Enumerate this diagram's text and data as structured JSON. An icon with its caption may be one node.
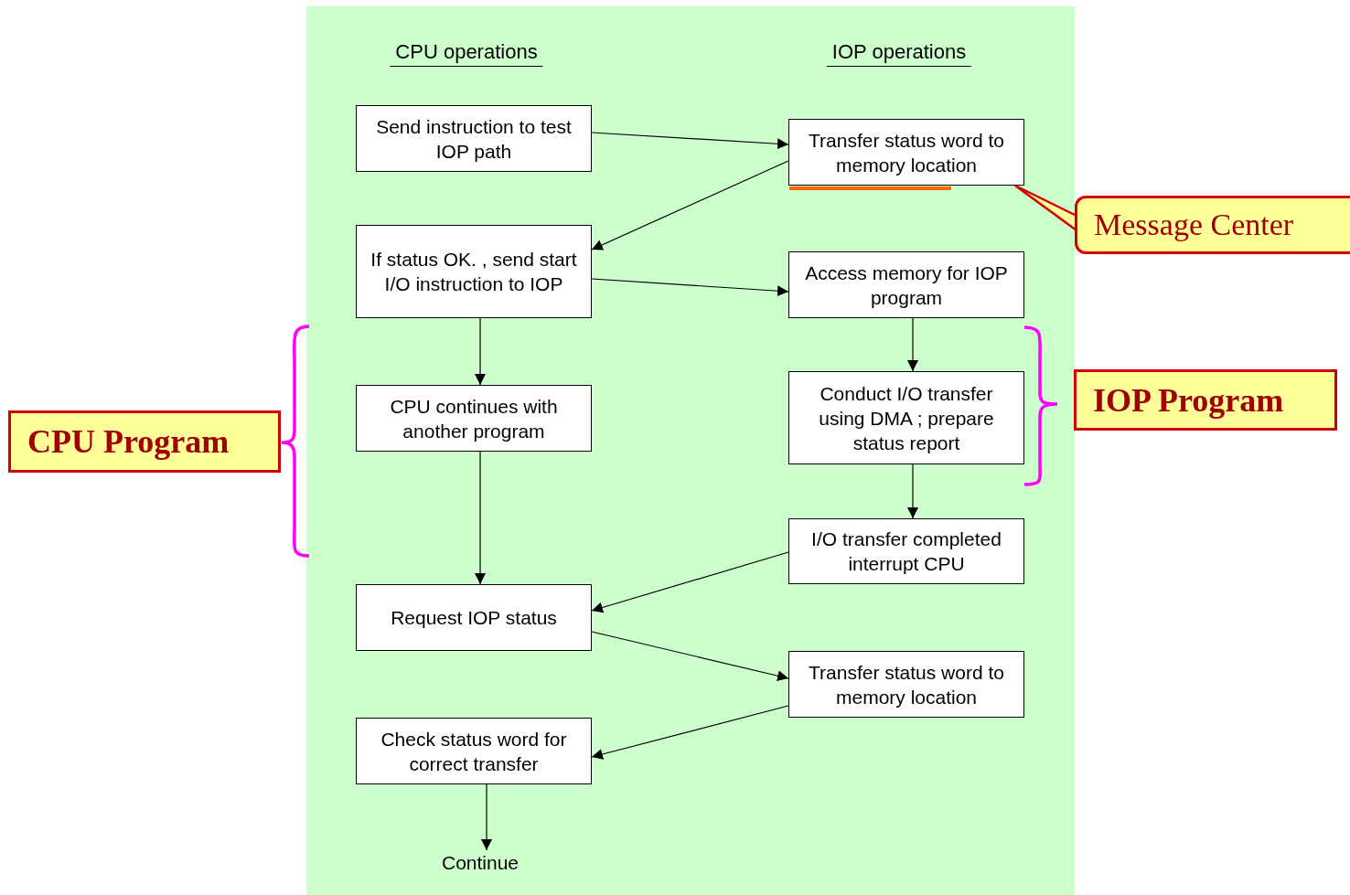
{
  "diagram": {
    "nodes": [
      {
        "text": [
          "Send instruction to test IOP path"
        ]
      },
      {
        "text": [
          "Transfer status word to memory location"
        ]
      },
      {
        "text": [
          "If status OK. , send start I/O instruction to IOP"
        ]
      },
      {
        "text": [
          "Access memory for IOP program"
        ]
      },
      {
        "text": [
          "CPU continues with another program"
        ]
      },
      {
        "text": [
          "Conduct I/O transfer using DMA ; prepare status report"
        ]
      },
      {
        "text": [
          "I/O transfer completed interrupt CPU"
        ]
      },
      {
        "text": [
          "Request IOP status"
        ]
      },
      {
        "text": [
          "Transfer status word to memory location"
        ]
      },
      {
        "text": [
          "Check status word for correct transfer"
        ]
      },
      {
        "text": [
          "Continue"
        ]
      },
      {
        "text": [
          "CPU Program"
        ]
      },
      {
        "text": [
          "IOP Program"
        ]
      },
      {
        "text": [
          "Message Center"
        ]
      }
    ],
    "edges": [
      {
        "from": 0,
        "to": 1,
        "arrow": "to"
      },
      {
        "from": 1,
        "to": 2,
        "arrow": "to"
      },
      {
        "from": 2,
        "to": 3,
        "arrow": "to"
      },
      {
        "from": 2,
        "to": 4,
        "arrow": "to"
      },
      {
        "from": 3,
        "to": 5,
        "arrow": "to"
      },
      {
        "from": 5,
        "to": 6,
        "arrow": "to"
      },
      {
        "from": 4,
        "to": 7,
        "arrow": "to"
      },
      {
        "from": 6,
        "to": 7,
        "arrow": "to"
      },
      {
        "from": 7,
        "to": 8,
        "arrow": "to"
      },
      {
        "from": 8,
        "to": 9,
        "arrow": "to"
      },
      {
        "from": 9,
        "to": 10,
        "arrow": "to"
      },
      {
        "from": 13,
        "to": 1,
        "arrow": "none",
        "color": "#d00000"
      }
    ],
    "labels": [
      "CPU operations",
      "IOP operations"
    ]
  }
}
